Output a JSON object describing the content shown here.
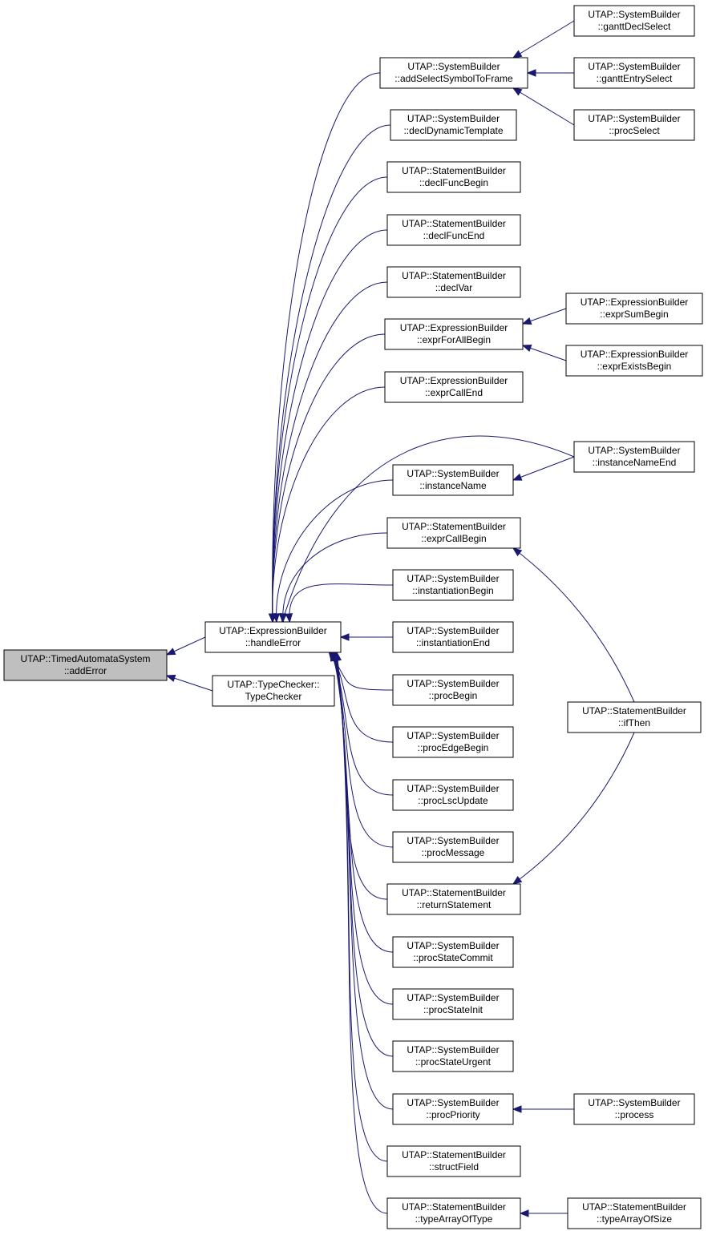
{
  "colors": {
    "edge": "#191970",
    "root_fill": "#bfbfbf",
    "node_fill": "#ffffff",
    "border": "#000000"
  },
  "nodes": [
    {
      "id": "root",
      "line1": "UTAP::TimedAutomataSystem",
      "line2": "::addError"
    },
    {
      "id": "handleError",
      "line1": "UTAP::ExpressionBuilder",
      "line2": "::handleError"
    },
    {
      "id": "typeChecker",
      "line1": "UTAP::TypeChecker::",
      "line2": "TypeChecker"
    },
    {
      "id": "addSelect",
      "line1": "UTAP::SystemBuilder",
      "line2": "::addSelectSymbolToFrame"
    },
    {
      "id": "declDynamic",
      "line1": "UTAP::SystemBuilder",
      "line2": "::declDynamicTemplate"
    },
    {
      "id": "declFuncBegin",
      "line1": "UTAP::StatementBuilder",
      "line2": "::declFuncBegin"
    },
    {
      "id": "declFuncEnd",
      "line1": "UTAP::StatementBuilder",
      "line2": "::declFuncEnd"
    },
    {
      "id": "declVar",
      "line1": "UTAP::StatementBuilder",
      "line2": "::declVar"
    },
    {
      "id": "exprForAll",
      "line1": "UTAP::ExpressionBuilder",
      "line2": "::exprForAllBegin"
    },
    {
      "id": "exprCallEnd",
      "line1": "UTAP::ExpressionBuilder",
      "line2": "::exprCallEnd"
    },
    {
      "id": "instanceName",
      "line1": "UTAP::SystemBuilder",
      "line2": "::instanceName"
    },
    {
      "id": "exprCallBegin",
      "line1": "UTAP::StatementBuilder",
      "line2": "::exprCallBegin"
    },
    {
      "id": "instBegin",
      "line1": "UTAP::SystemBuilder",
      "line2": "::instantiationBegin"
    },
    {
      "id": "instEnd",
      "line1": "UTAP::SystemBuilder",
      "line2": "::instantiationEnd"
    },
    {
      "id": "procBegin",
      "line1": "UTAP::SystemBuilder",
      "line2": "::procBegin"
    },
    {
      "id": "procEdgeBegin",
      "line1": "UTAP::SystemBuilder",
      "line2": "::procEdgeBegin"
    },
    {
      "id": "procLsc",
      "line1": "UTAP::SystemBuilder",
      "line2": "::procLscUpdate"
    },
    {
      "id": "procMessage",
      "line1": "UTAP::SystemBuilder",
      "line2": "::procMessage"
    },
    {
      "id": "returnStmt",
      "line1": "UTAP::StatementBuilder",
      "line2": "::returnStatement"
    },
    {
      "id": "procStateCommit",
      "line1": "UTAP::SystemBuilder",
      "line2": "::procStateCommit"
    },
    {
      "id": "procStateInit",
      "line1": "UTAP::SystemBuilder",
      "line2": "::procStateInit"
    },
    {
      "id": "procStateUrgent",
      "line1": "UTAP::SystemBuilder",
      "line2": "::procStateUrgent"
    },
    {
      "id": "procPriority",
      "line1": "UTAP::SystemBuilder",
      "line2": "::procPriority"
    },
    {
      "id": "structField",
      "line1": "UTAP::StatementBuilder",
      "line2": "::structField"
    },
    {
      "id": "typeArrayOfType",
      "line1": "UTAP::StatementBuilder",
      "line2": "::typeArrayOfType"
    },
    {
      "id": "ganttDecl",
      "line1": "UTAP::SystemBuilder",
      "line2": "::ganttDeclSelect"
    },
    {
      "id": "ganttEntry",
      "line1": "UTAP::SystemBuilder",
      "line2": "::ganttEntrySelect"
    },
    {
      "id": "procSelect",
      "line1": "UTAP::SystemBuilder",
      "line2": "::procSelect"
    },
    {
      "id": "exprSum",
      "line1": "UTAP::ExpressionBuilder",
      "line2": "::exprSumBegin"
    },
    {
      "id": "exprExists",
      "line1": "UTAP::ExpressionBuilder",
      "line2": "::exprExistsBegin"
    },
    {
      "id": "instanceNameEnd",
      "line1": "UTAP::SystemBuilder",
      "line2": "::instanceNameEnd"
    },
    {
      "id": "ifThen",
      "line1": "UTAP::StatementBuilder",
      "line2": "::ifThen"
    },
    {
      "id": "process",
      "line1": "UTAP::SystemBuilder",
      "line2": "::process"
    },
    {
      "id": "typeArrayOfSize",
      "line1": "UTAP::StatementBuilder",
      "line2": "::typeArrayOfSize"
    }
  ],
  "edges": [
    [
      "handleError",
      "root"
    ],
    [
      "typeChecker",
      "root"
    ],
    [
      "addSelect",
      "handleError"
    ],
    [
      "declDynamic",
      "handleError"
    ],
    [
      "declFuncBegin",
      "handleError"
    ],
    [
      "declFuncEnd",
      "handleError"
    ],
    [
      "declVar",
      "handleError"
    ],
    [
      "exprForAll",
      "handleError"
    ],
    [
      "exprCallEnd",
      "handleError"
    ],
    [
      "instanceNameEnd",
      "handleError"
    ],
    [
      "instanceName",
      "handleError"
    ],
    [
      "exprCallBegin",
      "handleError"
    ],
    [
      "instBegin",
      "handleError"
    ],
    [
      "instEnd",
      "handleError"
    ],
    [
      "procBegin",
      "handleError"
    ],
    [
      "procEdgeBegin",
      "handleError"
    ],
    [
      "procLsc",
      "handleError"
    ],
    [
      "procMessage",
      "handleError"
    ],
    [
      "returnStmt",
      "handleError"
    ],
    [
      "procStateCommit",
      "handleError"
    ],
    [
      "procStateInit",
      "handleError"
    ],
    [
      "procStateUrgent",
      "handleError"
    ],
    [
      "procPriority",
      "handleError"
    ],
    [
      "structField",
      "handleError"
    ],
    [
      "typeArrayOfType",
      "handleError"
    ],
    [
      "ganttDecl",
      "addSelect"
    ],
    [
      "ganttEntry",
      "addSelect"
    ],
    [
      "procSelect",
      "addSelect"
    ],
    [
      "exprSum",
      "exprForAll"
    ],
    [
      "exprExists",
      "exprForAll"
    ],
    [
      "instanceNameEnd",
      "instanceName"
    ],
    [
      "ifThen",
      "exprCallBegin"
    ],
    [
      "ifThen",
      "returnStmt"
    ],
    [
      "process",
      "procPriority"
    ],
    [
      "typeArrayOfSize",
      "typeArrayOfType"
    ]
  ]
}
